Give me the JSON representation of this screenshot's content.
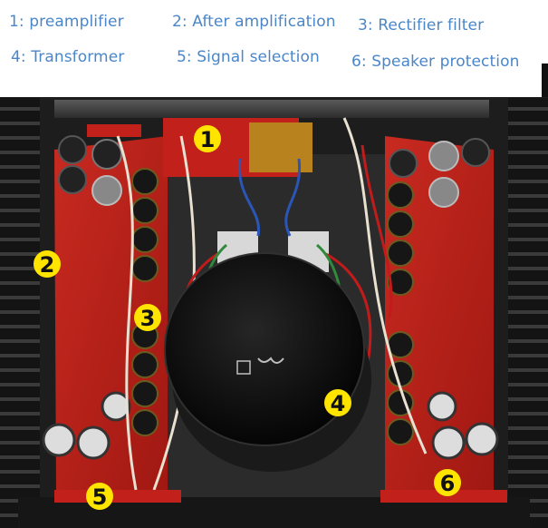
{
  "legend": [
    {
      "label": "1: preamplifier"
    },
    {
      "label": "2: After amplification"
    },
    {
      "label": "3: Rectifier filter"
    },
    {
      "label": "4: Transformer"
    },
    {
      "label": "5: Signal selection"
    },
    {
      "label": "6: Speaker protection"
    }
  ],
  "markers": [
    "1",
    "2",
    "3",
    "4",
    "5",
    "6"
  ],
  "colors": {
    "legend_text": "#4a86c8",
    "marker_fill": "#ffe400",
    "pcb_red": "#c0201a",
    "heatsink": "#0f0f0f",
    "chassis": "#2a2a2a",
    "transformer": "#0b0b0b"
  }
}
